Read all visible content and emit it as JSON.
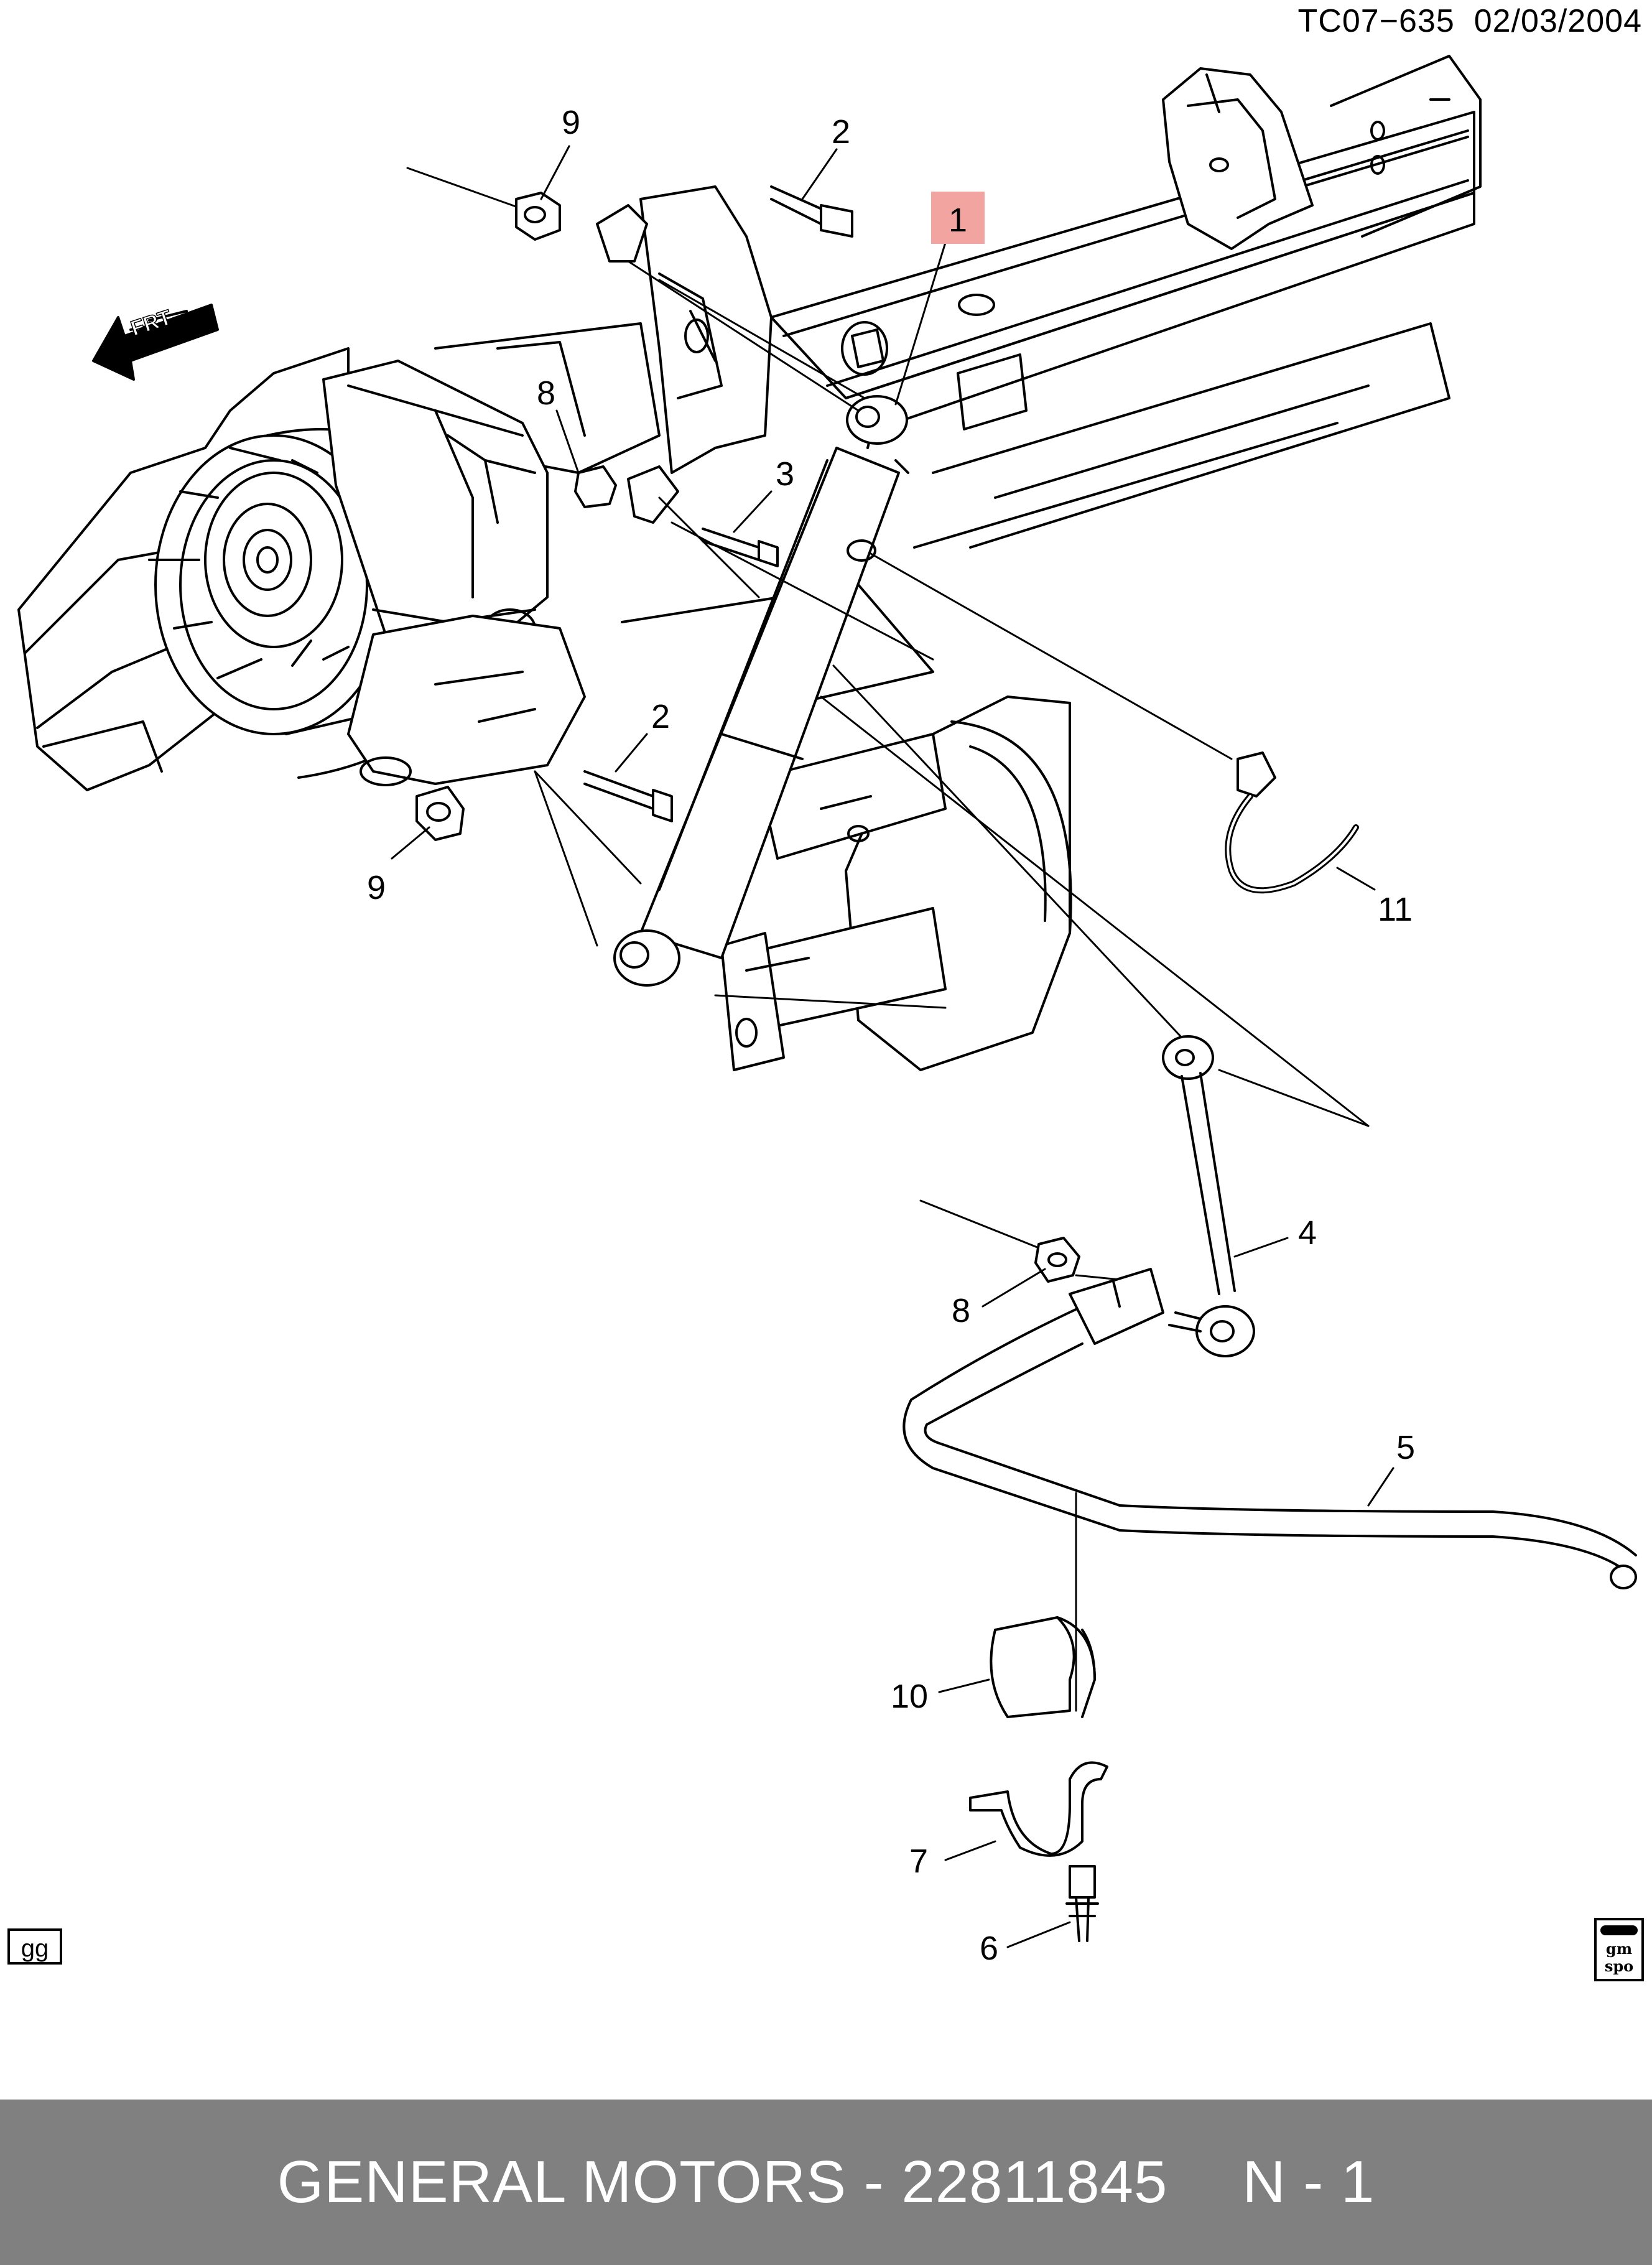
{
  "header": {
    "code": "TC07−635",
    "date": "02/03/2004"
  },
  "front_arrow_label": "FRT",
  "callouts": [
    {
      "id": "callout-1",
      "label": "1",
      "highlighted": true
    },
    {
      "id": "callout-2-top",
      "label": "2"
    },
    {
      "id": "callout-9-top",
      "label": "9"
    },
    {
      "id": "callout-8-top",
      "label": "8"
    },
    {
      "id": "callout-3",
      "label": "3"
    },
    {
      "id": "callout-2-bottom",
      "label": "2"
    },
    {
      "id": "callout-9-bottom",
      "label": "9"
    },
    {
      "id": "callout-11",
      "label": "11"
    },
    {
      "id": "callout-4",
      "label": "4"
    },
    {
      "id": "callout-8-bottom",
      "label": "8"
    },
    {
      "id": "callout-5",
      "label": "5"
    },
    {
      "id": "callout-10",
      "label": "10"
    },
    {
      "id": "callout-7",
      "label": "7"
    },
    {
      "id": "callout-6",
      "label": "6"
    }
  ],
  "highlight_color": "#f2a5a0",
  "corner_code": "gg",
  "logo_text": [
    "gm",
    "spo"
  ],
  "footer": {
    "brand": "GENERAL MOTORS",
    "separator": "-",
    "part_number": "22811845",
    "ref": "N - 1"
  }
}
